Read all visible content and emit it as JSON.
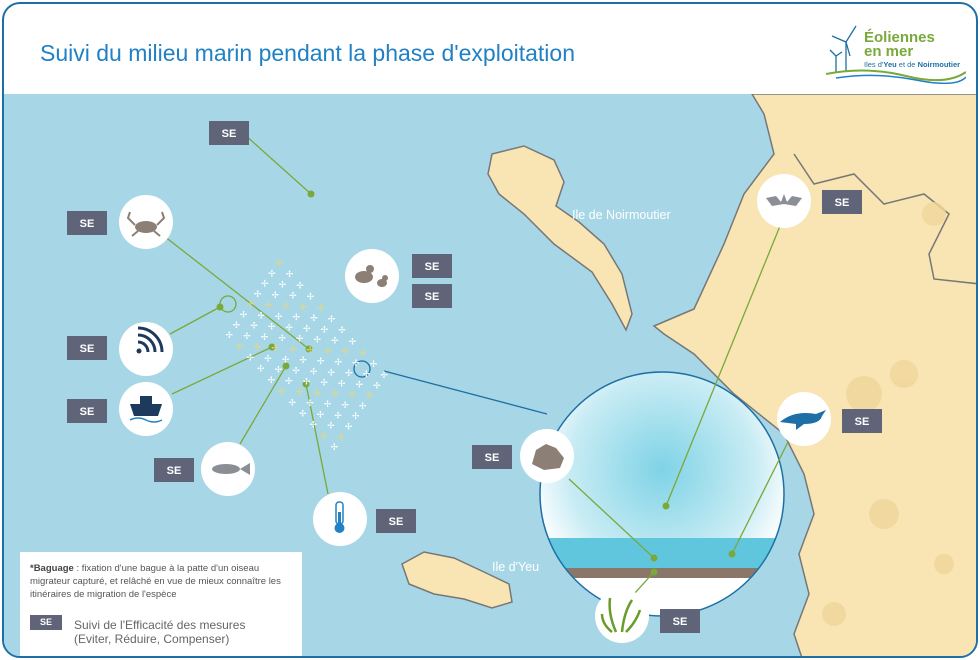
{
  "title": "Suivi du milieu marin pendant la phase d'exploitation",
  "logo": {
    "line1": "Éoliennes",
    "line2": "en mer",
    "line3_pre": "Iles d'",
    "line3_yeu": "Yeu",
    "line3_mid": " et de ",
    "line3_noir": "Noirmoutier"
  },
  "places": {
    "noirmoutier": "Ile de Noirmoutier",
    "yeu": "Ile d'Yeu"
  },
  "se_label": "SE",
  "icons": [
    "crab-icon",
    "birds-icon",
    "signal-icon",
    "boat-icon",
    "fish-icon",
    "thermometer-icon",
    "bat-icon",
    "dolphin-icon",
    "rock-icon",
    "seaweed-icon"
  ],
  "legend": {
    "note_bold": "*Baguage",
    "note_text": " : fixation d'une bague à la patte d'un oiseau migrateur capturé, et relâché en vue de mieux connaître les itinéraires de migration de l'espèce",
    "se_badge": "SE",
    "se_line1": "Suivi de l'Efficacité des mesures",
    "se_line2": "(Eviter, Réduire, Compenser)"
  },
  "colors": {
    "sea": "#a7d7e6",
    "land": "#f8e5b3",
    "accent": "#2181c4",
    "badge": "#5f6478",
    "line": "#7aa83a"
  }
}
